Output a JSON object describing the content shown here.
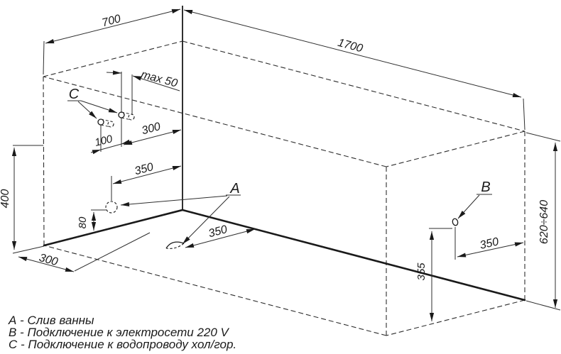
{
  "page": {
    "background": "#ffffff",
    "line_color": "#1a1a1a"
  },
  "diagram": {
    "dimensions": {
      "top_width": "700",
      "top_length": "1700",
      "pipe_spacing": "max 50",
      "water_to_corner": "300",
      "water_pair_gap": "100",
      "water_height": "400",
      "overflow_to_corner": "350",
      "overflow_height": "80",
      "drain_to_edge": "350",
      "drain_side_offset": "300",
      "socket_to_corner": "350",
      "socket_height": "355",
      "height_range": "620÷640"
    },
    "labels": {
      "drain": "A",
      "power": "B",
      "water": "C"
    },
    "legend": {
      "items": [
        "А - Слив ванны",
        "В - Подключение к электросети 220 V",
        "С - Подключение к водопроводу хол/гор."
      ]
    }
  }
}
